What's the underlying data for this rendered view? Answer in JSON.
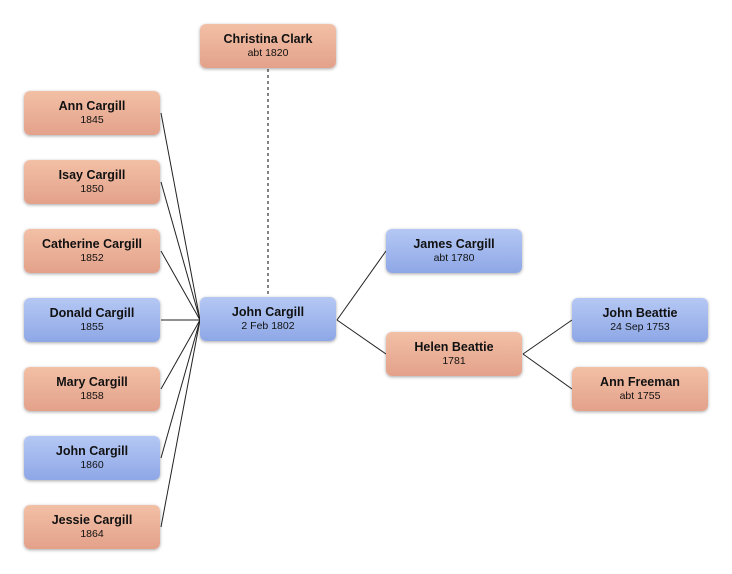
{
  "people": {
    "christina": {
      "name": "Christina Clark",
      "date": "abt 1820"
    },
    "ann": {
      "name": "Ann Cargill",
      "date": "1845"
    },
    "isay": {
      "name": "Isay Cargill",
      "date": "1850"
    },
    "catherine": {
      "name": "Catherine Cargill",
      "date": "1852"
    },
    "donald": {
      "name": "Donald Cargill",
      "date": "1855"
    },
    "mary": {
      "name": "Mary Cargill",
      "date": "1858"
    },
    "john1860": {
      "name": "John Cargill",
      "date": "1860"
    },
    "jessie": {
      "name": "Jessie Cargill",
      "date": "1864"
    },
    "john1802": {
      "name": "John Cargill",
      "date": "2 Feb 1802"
    },
    "james": {
      "name": "James Cargill",
      "date": "abt 1780"
    },
    "helen": {
      "name": "Helen Beattie",
      "date": "1781"
    },
    "johnbeattie": {
      "name": "John Beattie",
      "date": "24 Sep 1753"
    },
    "annfreeman": {
      "name": "Ann Freeman",
      "date": "abt 1755"
    }
  },
  "colors": {
    "male": "#9db4ec",
    "female": "#ebb09a",
    "line": "#222222"
  }
}
